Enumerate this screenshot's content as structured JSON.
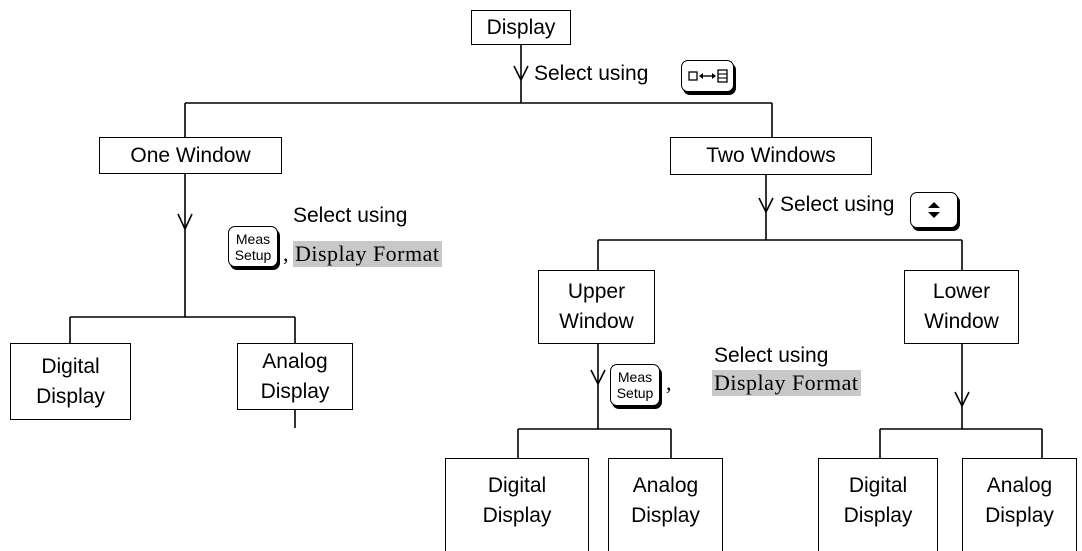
{
  "nodes": {
    "display": "Display",
    "one_window": "One Window",
    "two_windows": "Two Windows",
    "upper_window": [
      "Upper",
      "Window"
    ],
    "lower_window": [
      "Lower",
      "Window"
    ],
    "digital_display": [
      "Digital",
      "Display"
    ],
    "analog_display": [
      "Analog",
      "Display"
    ]
  },
  "labels": {
    "select_using": "Select using",
    "comma": ",",
    "softkey": "Display  Format"
  },
  "keys": {
    "window_key_icon": "window-switch-icon",
    "arrow_key_icon": "up-down-arrow-icon",
    "meas_setup": [
      "Meas",
      "Setup"
    ]
  }
}
